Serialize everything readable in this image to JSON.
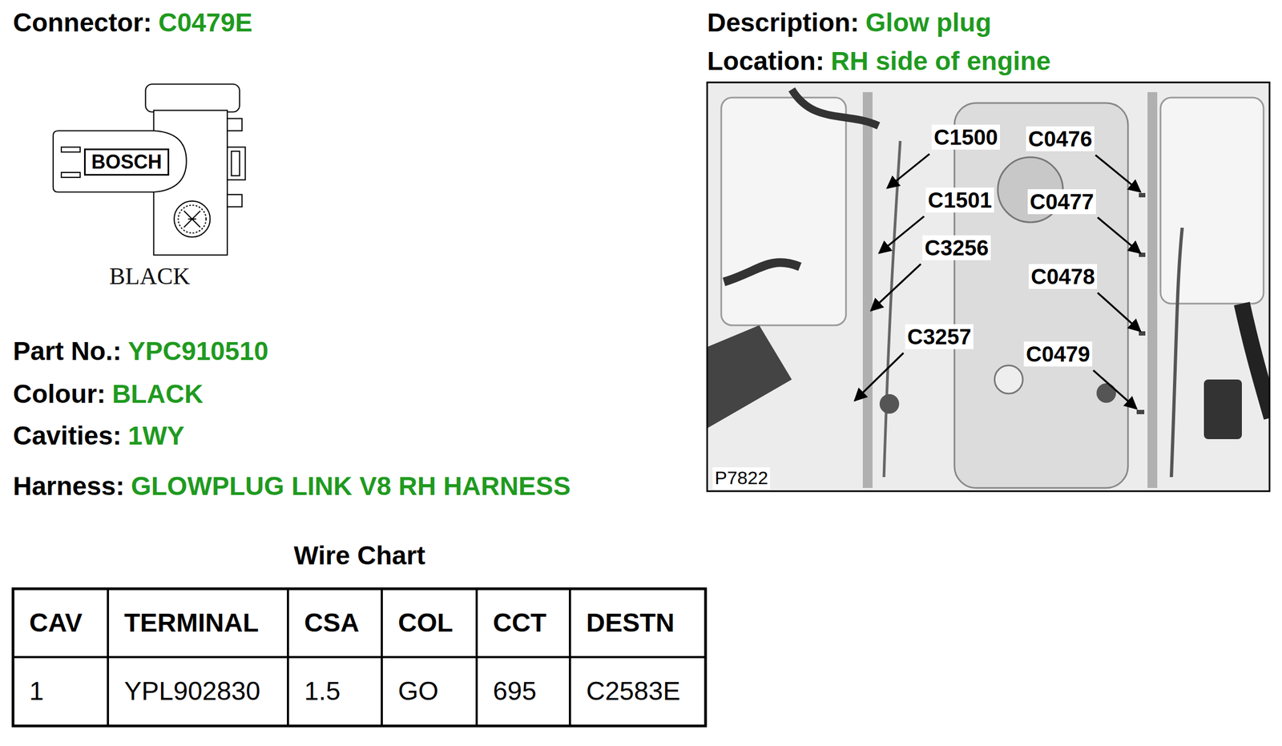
{
  "diagram": {
    "nodes": [
      {
        "text": [
          "BOSCH"
        ]
      }
    ],
    "labels": [
      "Connector:",
      "C0479E",
      "BLACK",
      "Part No.:",
      "YPC910510",
      "Colour:",
      "BLACK",
      "Cavities:",
      "1WY",
      "Harness:",
      "GLOWPLUG LINK V8 RH HARNESS",
      "Description:",
      "Glow plug",
      "Location:",
      "RH side of engine",
      "C1500",
      "C0476",
      "C1501",
      "C0477",
      "C3256",
      "C0478",
      "C3257",
      "C0479",
      "P7822",
      "Wire Chart",
      "CAV",
      "TERMINAL",
      "CSA",
      "COL",
      "CCT",
      "DESTN",
      "1",
      "YPL902830",
      "1.5",
      "GO",
      "695",
      "C2583E"
    ]
  }
}
